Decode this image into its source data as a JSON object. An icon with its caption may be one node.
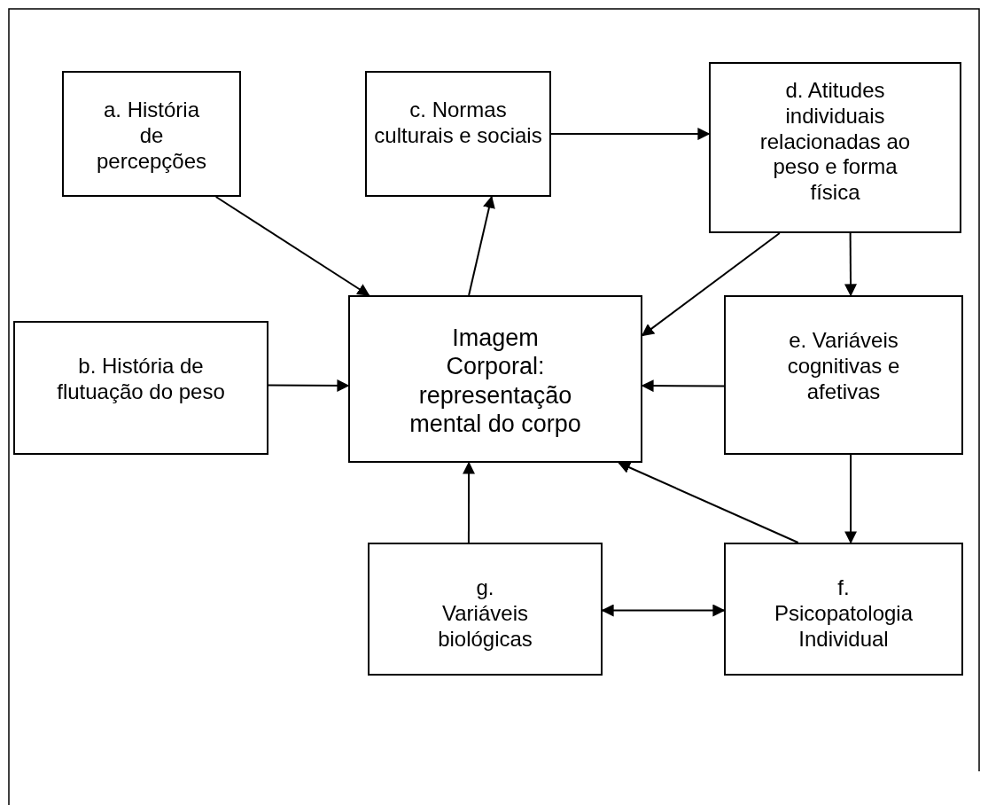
{
  "diagram": {
    "nodes": [
      {
        "text": [
          "a. História de percepções"
        ]
      },
      {
        "text": [
          "c. Normas culturais e sociais"
        ]
      },
      {
        "text": [
          "d. Atitudes individuais relacionadas ao peso e forma física"
        ]
      },
      {
        "text": [
          "b. História de flutuação do peso"
        ]
      },
      {
        "text": [
          "Imagem Corporal: representação mental do corpo"
        ]
      },
      {
        "text": [
          "e. Variáveis cognitivas e afetivas"
        ]
      },
      {
        "text": [
          "g. Variáveis biológicas"
        ]
      },
      {
        "text": [
          "f. Psicopatologia Individual"
        ]
      }
    ],
    "edges": [
      {
        "from": 0,
        "to": 4,
        "arrow": "to"
      },
      {
        "from": 3,
        "to": 4,
        "arrow": "to"
      },
      {
        "from": 4,
        "to": 1,
        "arrow": "to"
      },
      {
        "from": 1,
        "to": 2,
        "arrow": "to"
      },
      {
        "from": 2,
        "to": 4,
        "arrow": "to"
      },
      {
        "from": 2,
        "to": 5,
        "arrow": "to"
      },
      {
        "from": 5,
        "to": 4,
        "arrow": "to"
      },
      {
        "from": 5,
        "to": 7,
        "arrow": "to"
      },
      {
        "from": 7,
        "to": 4,
        "arrow": "to"
      },
      {
        "from": 6,
        "to": 4,
        "arrow": "to"
      },
      {
        "from": 6,
        "to": 7,
        "arrow": "both"
      }
    ]
  }
}
